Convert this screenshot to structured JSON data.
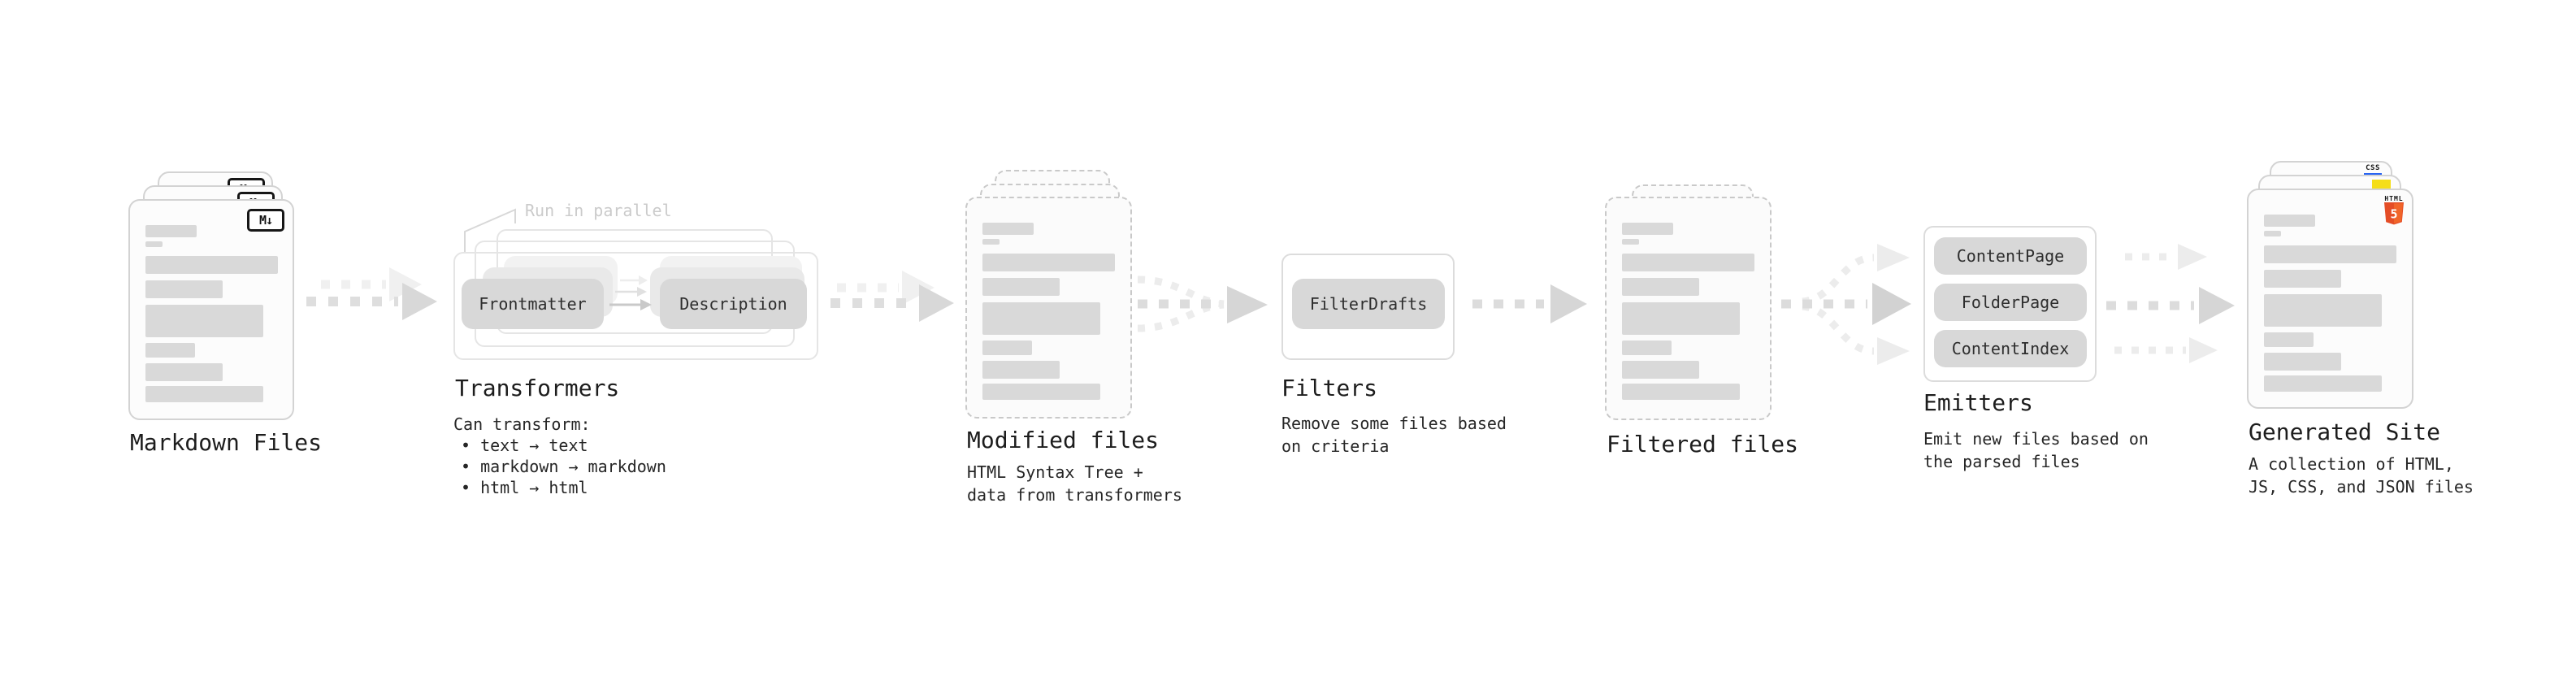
{
  "diagram": {
    "markdown_files": {
      "badge": "M↓",
      "title": "Markdown Files"
    },
    "transformers": {
      "parallel_label": "Run in parallel",
      "pills": [
        "Frontmatter",
        "Description"
      ],
      "title": "Transformers",
      "desc_heading": "Can transform:",
      "bullets": [
        "• text → text",
        "• markdown → markdown",
        "• html → html"
      ]
    },
    "modified_files": {
      "title": "Modified files",
      "desc_lines": [
        "HTML Syntax Tree +",
        "data from transformers"
      ]
    },
    "filters": {
      "pills": [
        "FilterDrafts"
      ],
      "title": "Filters",
      "desc_lines": [
        "Remove some files based",
        "on criteria"
      ]
    },
    "filtered_files": {
      "title": "Filtered files"
    },
    "emitters": {
      "pills": [
        "ContentPage",
        "FolderPage",
        "ContentIndex"
      ],
      "title": "Emitters",
      "desc_lines": [
        "Emit new files based on",
        "the parsed files"
      ]
    },
    "generated_site": {
      "badges": {
        "css": "CSS",
        "html": "HTML",
        "html5_numeral": "5"
      },
      "title": "Generated Site",
      "desc_lines": [
        "A collection of HTML,",
        "JS, CSS, and JSON files"
      ]
    }
  },
  "colors": {
    "html5_orange": "#e44d26",
    "html5_orange_light": "#f16529",
    "js_yellow": "#f5de19",
    "css_blue": "#2964f2",
    "pill_gray": "#d8d8d8",
    "bar_gray": "#d9d9d9"
  }
}
